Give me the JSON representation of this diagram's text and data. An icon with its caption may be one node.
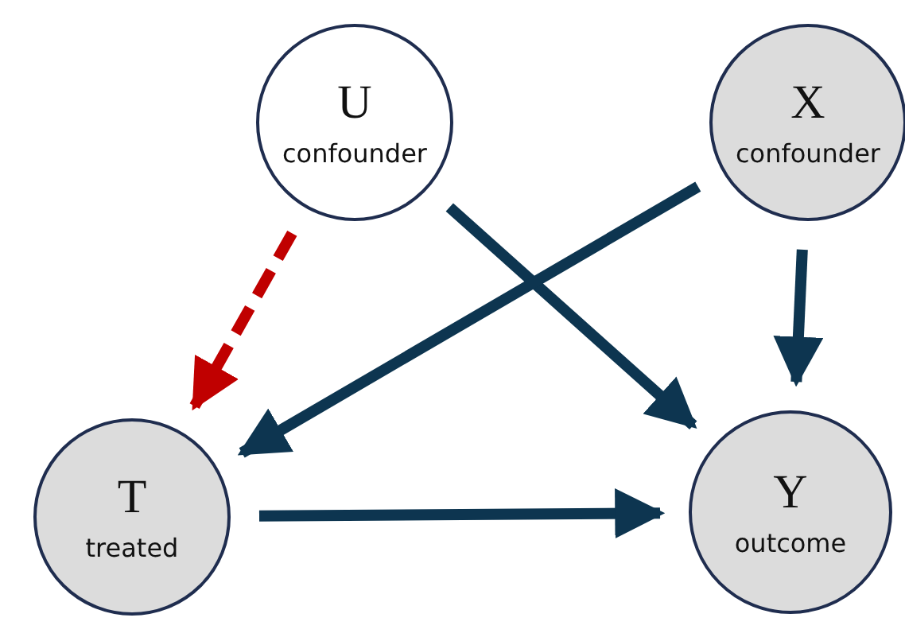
{
  "diagram": {
    "nodes": [
      {
        "text": [
          "U",
          "confounder"
        ]
      },
      {
        "text": [
          "X",
          "confounder"
        ]
      },
      {
        "text": [
          "T",
          "treated"
        ]
      },
      {
        "text": [
          "Y",
          "outcome"
        ]
      }
    ],
    "edges": [
      {
        "from": 0,
        "to": 2,
        "arrow": "to",
        "style": "dashed",
        "color": "#c00000"
      },
      {
        "from": 0,
        "to": 3,
        "arrow": "to"
      },
      {
        "from": 1,
        "to": 2,
        "arrow": "to"
      },
      {
        "from": 1,
        "to": 3,
        "arrow": "to"
      },
      {
        "from": 2,
        "to": 3,
        "arrow": "to"
      }
    ]
  }
}
